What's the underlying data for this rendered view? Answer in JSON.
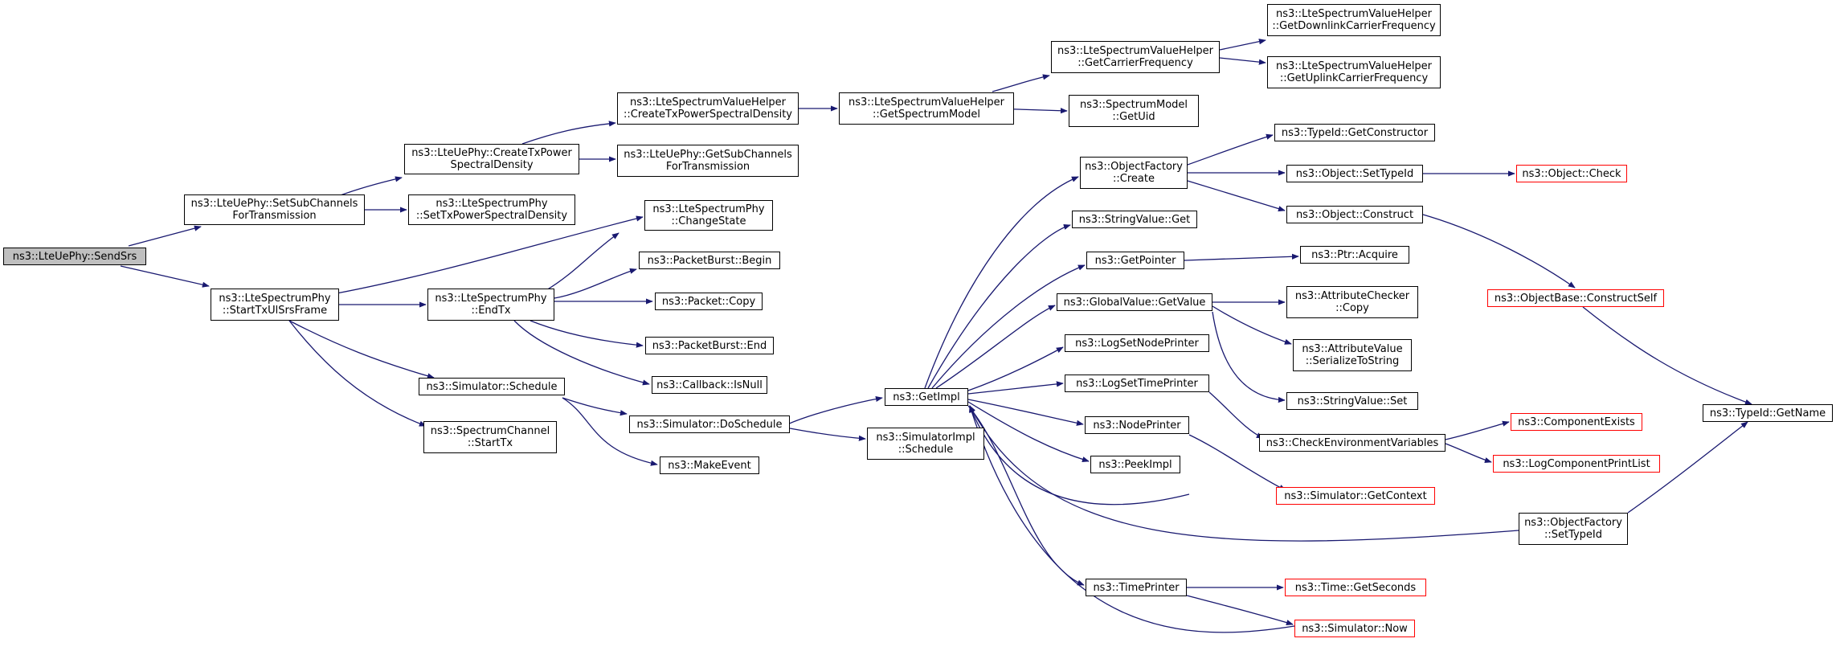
{
  "colors": {
    "edge": "#191970",
    "node_border": "#000000",
    "truncated_border": "#ff0000",
    "root_fill": "#bfbfbf"
  },
  "nodes": [
    {
      "id": "sendsrs",
      "lines": [
        "ns3::LteUePhy::SendSrs"
      ],
      "root": true
    },
    {
      "id": "setsubch",
      "lines": [
        "ns3::LteUePhy::SetSubChannels",
        "ForTransmission"
      ]
    },
    {
      "id": "starttxul",
      "lines": [
        "ns3::LteSpectrumPhy",
        "::StartTxUlSrsFrame"
      ]
    },
    {
      "id": "createtxpsd_phy",
      "lines": [
        "ns3::LteUePhy::CreateTxPower",
        "SpectralDensity"
      ]
    },
    {
      "id": "settxpsd",
      "lines": [
        "ns3::LteSpectrumPhy",
        "::SetTxPowerSpectralDensity"
      ]
    },
    {
      "id": "changestate",
      "lines": [
        "ns3::LteSpectrumPhy",
        "::ChangeState"
      ]
    },
    {
      "id": "endtx",
      "lines": [
        "ns3::LteSpectrumPhy",
        "::EndTx"
      ]
    },
    {
      "id": "schedule",
      "lines": [
        "ns3::Simulator::Schedule"
      ]
    },
    {
      "id": "chstarttx",
      "lines": [
        "ns3::SpectrumChannel",
        "::StartTx"
      ]
    },
    {
      "id": "createtxpsd_helper",
      "lines": [
        "ns3::LteSpectrumValueHelper",
        "::CreateTxPowerSpectralDensity"
      ]
    },
    {
      "id": "getsubch",
      "lines": [
        "ns3::LteUePhy::GetSubChannels",
        "ForTransmission"
      ]
    },
    {
      "id": "pbbegin",
      "lines": [
        "ns3::PacketBurst::Begin"
      ]
    },
    {
      "id": "pcopy",
      "lines": [
        "ns3::Packet::Copy"
      ]
    },
    {
      "id": "pbend",
      "lines": [
        "ns3::PacketBurst::End"
      ]
    },
    {
      "id": "cbnull",
      "lines": [
        "ns3::Callback::IsNull"
      ]
    },
    {
      "id": "doschedule",
      "lines": [
        "ns3::Simulator::DoSchedule"
      ]
    },
    {
      "id": "makeevent",
      "lines": [
        "ns3::MakeEvent"
      ]
    },
    {
      "id": "getspecmodel",
      "lines": [
        "ns3::LteSpectrumValueHelper",
        "::GetSpectrumModel"
      ]
    },
    {
      "id": "getimpl",
      "lines": [
        "ns3::GetImpl"
      ]
    },
    {
      "id": "simimplsched",
      "lines": [
        "ns3::SimulatorImpl",
        "::Schedule"
      ]
    },
    {
      "id": "getcarrier",
      "lines": [
        "ns3::LteSpectrumValueHelper",
        "::GetCarrierFrequency"
      ]
    },
    {
      "id": "getuid",
      "lines": [
        "ns3::SpectrumModel",
        "::GetUid"
      ]
    },
    {
      "id": "ofcreate",
      "lines": [
        "ns3::ObjectFactory",
        "::Create"
      ]
    },
    {
      "id": "strget",
      "lines": [
        "ns3::StringValue::Get"
      ]
    },
    {
      "id": "getpointer",
      "lines": [
        "ns3::GetPointer"
      ]
    },
    {
      "id": "gvgetvalue",
      "lines": [
        "ns3::GlobalValue::GetValue"
      ]
    },
    {
      "id": "lognode",
      "lines": [
        "ns3::LogSetNodePrinter"
      ]
    },
    {
      "id": "logtime",
      "lines": [
        "ns3::LogSetTimePrinter"
      ]
    },
    {
      "id": "nodeprinter",
      "lines": [
        "ns3::NodePrinter"
      ]
    },
    {
      "id": "peekimpl",
      "lines": [
        "ns3::PeekImpl"
      ]
    },
    {
      "id": "timeprinter",
      "lines": [
        "ns3::TimePrinter"
      ]
    },
    {
      "id": "getdl",
      "lines": [
        "ns3::LteSpectrumValueHelper",
        "::GetDownlinkCarrierFrequency"
      ]
    },
    {
      "id": "getul",
      "lines": [
        "ns3::LteSpectrumValueHelper",
        "::GetUplinkCarrierFrequency"
      ]
    },
    {
      "id": "getctor",
      "lines": [
        "ns3::TypeId::GetConstructor"
      ]
    },
    {
      "id": "settypeid",
      "lines": [
        "ns3::Object::SetTypeId"
      ]
    },
    {
      "id": "objconstruct",
      "lines": [
        "ns3::Object::Construct"
      ]
    },
    {
      "id": "ptracquire",
      "lines": [
        "ns3::Ptr::Acquire"
      ]
    },
    {
      "id": "attrcheckcopy",
      "lines": [
        "ns3::AttributeChecker",
        "::Copy"
      ]
    },
    {
      "id": "attrser",
      "lines": [
        "ns3::AttributeValue",
        "::SerializeToString"
      ]
    },
    {
      "id": "strset",
      "lines": [
        "ns3::StringValue::Set"
      ]
    },
    {
      "id": "checkenv",
      "lines": [
        "ns3::CheckEnvironmentVariables"
      ]
    },
    {
      "id": "simgetctx",
      "lines": [
        "ns3::Simulator::GetContext"
      ],
      "trunc": true
    },
    {
      "id": "ofsettypeid",
      "lines": [
        "ns3::ObjectFactory",
        "::SetTypeId"
      ]
    },
    {
      "id": "timesec",
      "lines": [
        "ns3::Time::GetSeconds"
      ],
      "trunc": true
    },
    {
      "id": "simnow",
      "lines": [
        "ns3::Simulator::Now"
      ],
      "trunc": true
    },
    {
      "id": "objcheck",
      "lines": [
        "ns3::Object::Check"
      ],
      "trunc": true
    },
    {
      "id": "constructself",
      "lines": [
        "ns3::ObjectBase::ConstructSelf"
      ],
      "trunc": true
    },
    {
      "id": "compexists",
      "lines": [
        "ns3::ComponentExists"
      ],
      "trunc": true
    },
    {
      "id": "logprintlist",
      "lines": [
        "ns3::LogComponentPrintList"
      ],
      "trunc": true
    },
    {
      "id": "getname",
      "lines": [
        "ns3::TypeId::GetName"
      ]
    }
  ]
}
